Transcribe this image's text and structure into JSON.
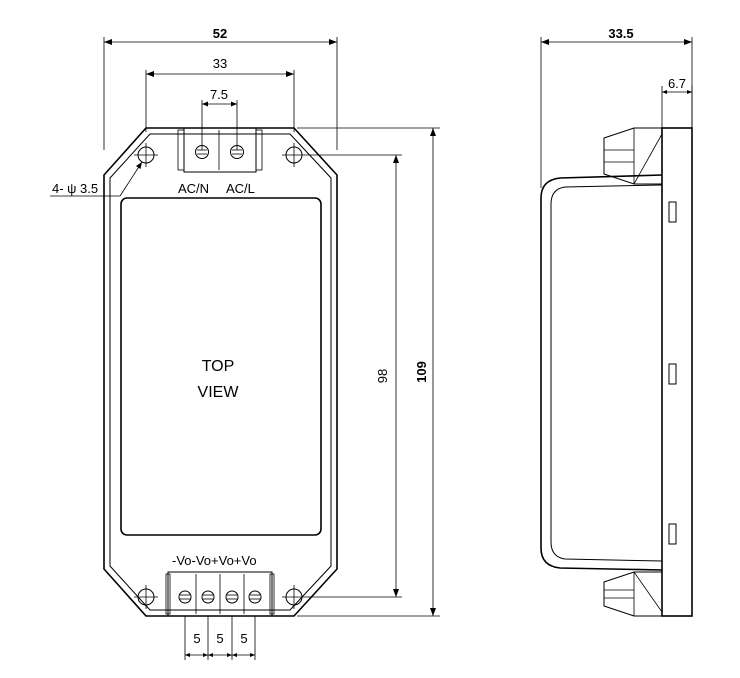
{
  "top_view": {
    "label_line1": "TOP",
    "label_line2": "VIEW",
    "dim_width": "52",
    "dim_hole_spacing": "33",
    "dim_input_pitch": "7.5",
    "dim_height_inner": "98",
    "dim_height_total": "109",
    "hole_note": "4- ψ 3.5",
    "input_labels": [
      "AC/N",
      "AC/L"
    ],
    "output_labels": "-Vo-Vo+Vo+Vo",
    "output_pitch": [
      "5",
      "5",
      "5"
    ]
  },
  "side_view": {
    "dim_depth": "33.5",
    "dim_flange": "6.7"
  }
}
